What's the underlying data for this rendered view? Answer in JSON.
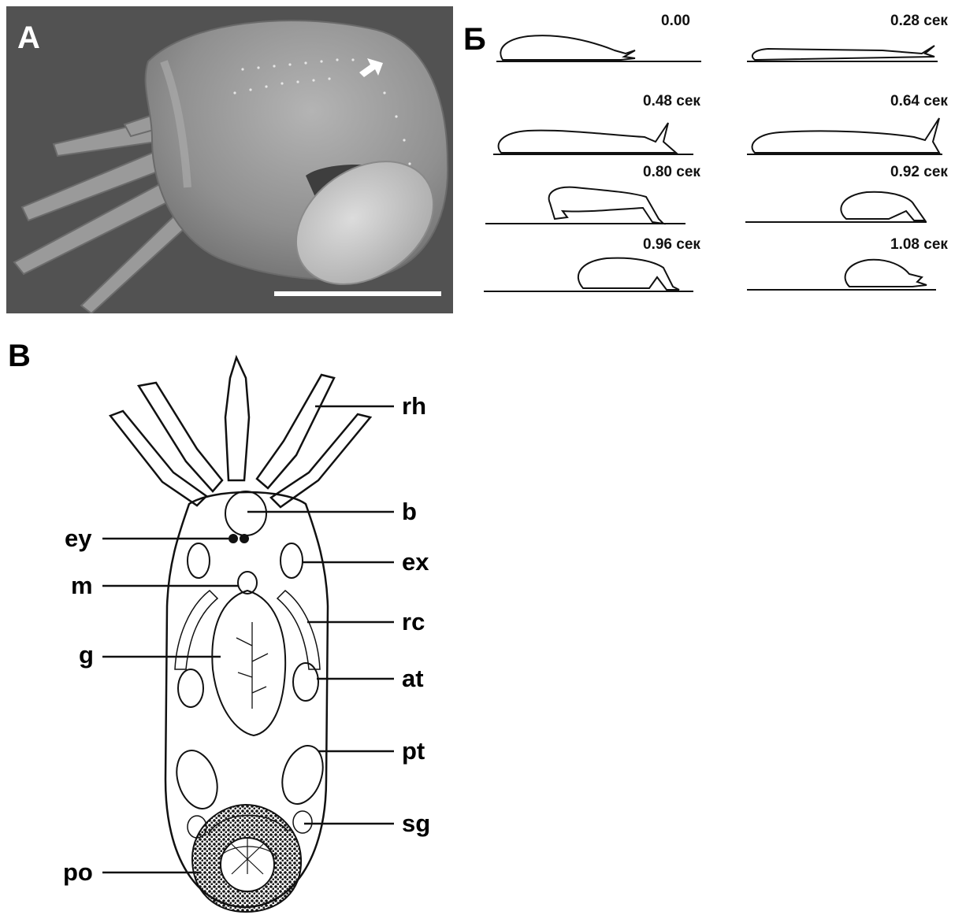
{
  "panels": {
    "a": {
      "letter": "А"
    },
    "b": {
      "letter": "Б",
      "frames": [
        {
          "time": "0.00"
        },
        {
          "time": "0.28 сек"
        },
        {
          "time": "0.48 сек"
        },
        {
          "time": "0.64 сек"
        },
        {
          "time": "0.80 сек"
        },
        {
          "time": "0.92 сек"
        },
        {
          "time": "0.96 сек"
        },
        {
          "time": "1.08 сек"
        }
      ]
    },
    "v": {
      "letter": "В",
      "labels": {
        "rh": "rh",
        "b": "b",
        "ey": "ey",
        "ex": "ex",
        "m": "m",
        "rc": "rc",
        "g": "g",
        "at": "at",
        "pt": "pt",
        "sg": "sg",
        "po": "po"
      }
    }
  },
  "colors": {
    "sem_background": "#4e4e4e",
    "sem_body": "#8e8e8e",
    "line": "#000000",
    "scale_bar": "#ffffff"
  }
}
